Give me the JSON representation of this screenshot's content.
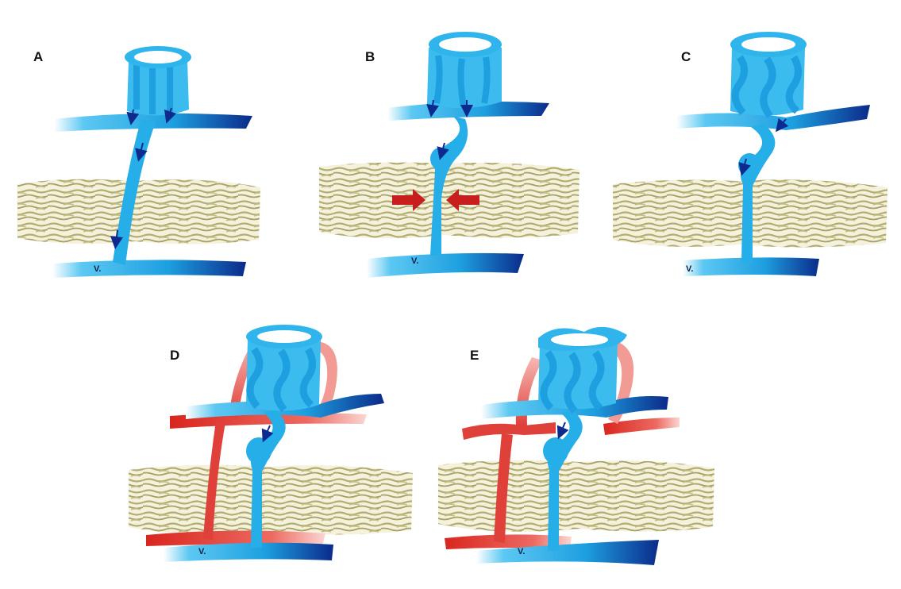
{
  "panels": {
    "A": {
      "letter": "A",
      "vein_label": "V."
    },
    "B": {
      "letter": "B",
      "vein_label": "V."
    },
    "C": {
      "letter": "C",
      "vein_label": "V."
    },
    "D": {
      "letter": "D",
      "vein_label": "V."
    },
    "E": {
      "letter": "E",
      "vein_label": "V."
    }
  },
  "colors": {
    "vein_light": "#4cc9f0",
    "vein_dark": "#0d2b8f",
    "artery": "#e0403a",
    "artery_light": "#f2a4a0",
    "muscle_fascia": "#b8b27a",
    "compression_arrow": "#c81e1e"
  },
  "icons": {
    "compression": "compression-arrows-icon",
    "flow": "flow-arrow-icon"
  }
}
